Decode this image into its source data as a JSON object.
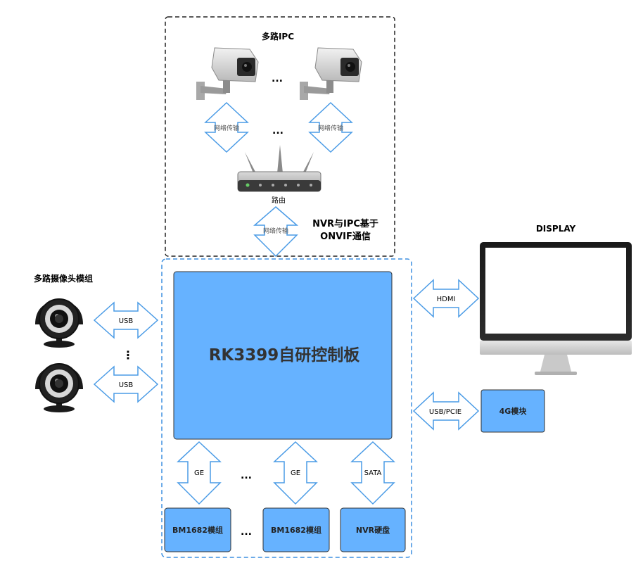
{
  "ipc_group": {
    "title": "多路IPC",
    "ellipsis_top": "...",
    "ellipsis_mid": "...",
    "link_left": "网络传输",
    "link_right": "网络传输",
    "router_label": "路由",
    "link_router": "网络传输",
    "note_line1": "NVR与IPC基于",
    "note_line2": "ONVIF通信"
  },
  "camera_group": {
    "title": "多路摄像头模组",
    "usb_top": "USB",
    "usb_bottom": "USB",
    "ellipsis": "⋮"
  },
  "main_board": {
    "label": "RK3399自研控制板"
  },
  "display": {
    "title": "DISPLAY",
    "hdmi": "HDMI"
  },
  "module_4g": {
    "label": "4G模块",
    "link": "USB/PCIE"
  },
  "bottom": {
    "ge_left": "GE",
    "ge_right": "GE",
    "sata": "SATA",
    "ellipsis_ge": "...",
    "ellipsis_bm": "...",
    "bm_left": "BM1682模组",
    "bm_right": "BM1682模组",
    "nvr_disk": "NVR硬盘"
  },
  "colors": {
    "box_fill": "#66b2ff",
    "box_stroke": "#333333",
    "arrow_stroke": "#4a9be6",
    "dashed_blue": "#3d8fe0"
  }
}
